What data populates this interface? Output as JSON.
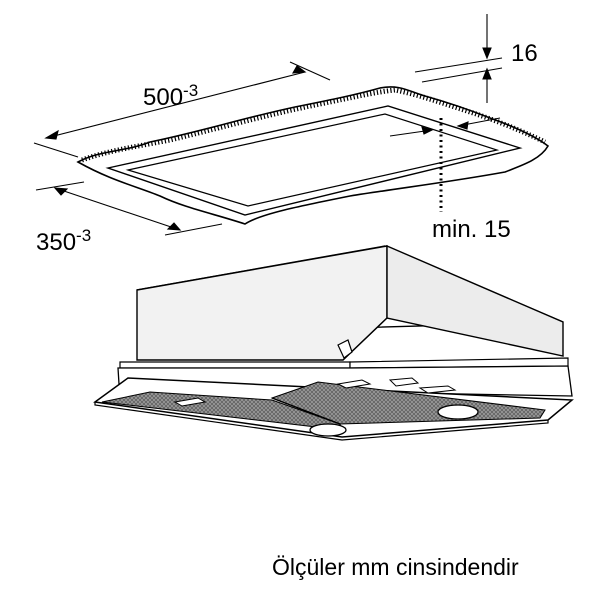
{
  "dimensions": {
    "width_value": "500",
    "width_tolerance": "-3",
    "depth_value": "350",
    "depth_tolerance": "-3",
    "thickness": "16",
    "min_clearance": "min. 15"
  },
  "caption": "Ölçüler mm cinsindendir",
  "colors": {
    "line": "#000000",
    "fill": "#ffffff",
    "body": "#f2f2f2",
    "mesh": "#8c8c8c"
  }
}
